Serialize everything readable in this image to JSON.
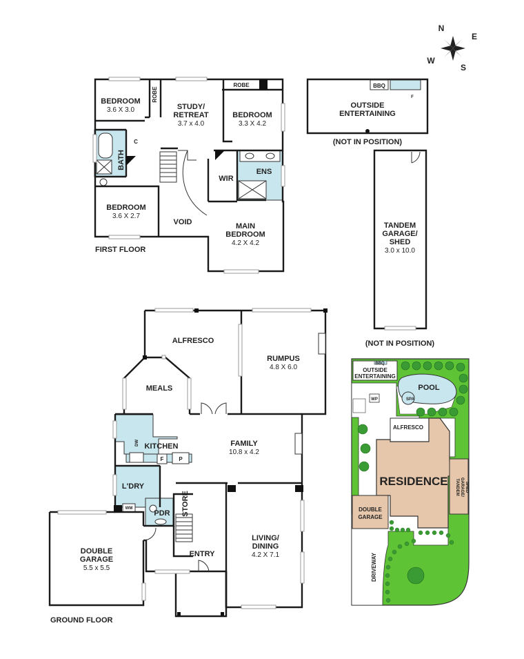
{
  "compass": {
    "n": "N",
    "e": "E",
    "s": "S",
    "w": "W"
  },
  "first_floor": {
    "title": "FIRST FLOOR",
    "bedroom_nw": {
      "name": "BEDROOM",
      "dim": "3.6 X 3.0"
    },
    "robe_small": "ROBE",
    "study": {
      "name1": "STUDY/",
      "name2": "RETREAT",
      "dim": "3.7 x 4.0"
    },
    "robe_top": "ROBE",
    "bedroom_ne": {
      "name": "BEDROOM",
      "dim": "3.3 X 4.2"
    },
    "bath": "BATH",
    "cupboard": "C",
    "wir": "WIR",
    "ens": "ENS",
    "bedroom_sw": {
      "name": "BEDROOM",
      "dim": "3.6 X 2.7"
    },
    "void": "VOID",
    "main_bedroom": {
      "name1": "MAIN",
      "name2": "BEDROOM",
      "dim": "4.2 X 4.2"
    }
  },
  "outbuildings": {
    "bbq": "BBQ",
    "fridge": "F",
    "outside_ent1": "OUTSIDE",
    "outside_ent2": "ENTERTAINING",
    "not_in_position_1": "(NOT IN POSITION)",
    "garage1": "TANDEM",
    "garage2": "GARAGE/",
    "garage3": "SHED",
    "garage_dim": "3.0 x 10.0",
    "not_in_position_2": "(NOT IN POSITION)"
  },
  "ground_floor": {
    "title": "GROUND FLOOR",
    "alfresco": "ALFRESCO",
    "rumpus": {
      "name": "RUMPUS",
      "dim": "4.8 X 6.0"
    },
    "meals": "MEALS",
    "kitchen": "KITCHEN",
    "dw": "DW",
    "fridge": "F",
    "pantry": "P",
    "family": {
      "name": "FAMILY",
      "dim": "10.8 x 4.2"
    },
    "laundry": "L'DRY",
    "wm": "WM",
    "pdr": "PDR",
    "store": "STORE",
    "double_garage": {
      "name1": "DOUBLE",
      "name2": "GARAGE",
      "dim": "5.5 x 5.5"
    },
    "entry": "ENTRY",
    "living": {
      "name1": "LIVING/",
      "name2": "DINING",
      "dim": "4.2 X 7.1"
    }
  },
  "site_plan": {
    "bbq": "BBQ",
    "outside1": "OUTSIDE",
    "outside2": "ENTERTAINING",
    "pool": "POOL",
    "spa": "SPA",
    "wp": "WP",
    "alfresco": "ALFRESCO",
    "residence": "RESIDENCE",
    "garage1": "DOUBLE",
    "garage2": "GARAGE",
    "tandem1": "TANDEM",
    "tandem2": "GARAGE/",
    "tandem3": "SHED",
    "driveway": "DRIVEWAY",
    "colors": {
      "lawn": "#5fc435",
      "residence": "#e6c7ab",
      "water": "#c8e6ee",
      "tree": "#3a9a33"
    }
  }
}
